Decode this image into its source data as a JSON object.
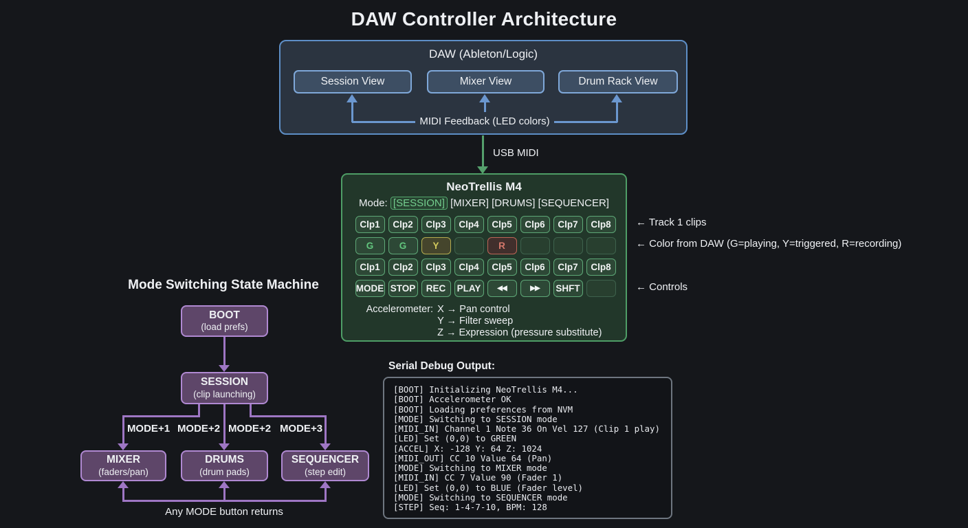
{
  "title": "DAW Controller Architecture",
  "daw": {
    "title": "DAW (Ableton/Logic)",
    "views": [
      "Session View",
      "Mixer View",
      "Drum Rack View"
    ],
    "feedback_label": "MIDI Feedback (LED colors)"
  },
  "usb_label": "USB MIDI",
  "neotrellis": {
    "title": "NeoTrellis M4",
    "mode_prefix": "Mode:",
    "active_mode": "[SESSION]",
    "other_modes": "[MIXER] [DRUMS] [SEQUENCER]",
    "rows": [
      {
        "name": "track1-clips",
        "cells": [
          {
            "name": "clp1",
            "label": "Clp1",
            "type": "on"
          },
          {
            "name": "clp2",
            "label": "Clp2",
            "type": "on"
          },
          {
            "name": "clp3",
            "label": "Clp3",
            "type": "on"
          },
          {
            "name": "clp4",
            "label": "Clp4",
            "type": "on"
          },
          {
            "name": "clp5",
            "label": "Clp5",
            "type": "on"
          },
          {
            "name": "clp6",
            "label": "Clp6",
            "type": "on"
          },
          {
            "name": "clp7",
            "label": "Clp7",
            "type": "on"
          },
          {
            "name": "clp8",
            "label": "Clp8",
            "type": "on"
          }
        ]
      },
      {
        "name": "led-colors",
        "cells": [
          {
            "name": "led-green-1",
            "label": "G",
            "type": "green"
          },
          {
            "name": "led-green-2",
            "label": "G",
            "type": "green"
          },
          {
            "name": "led-yellow",
            "label": "Y",
            "type": "yellow"
          },
          {
            "name": "led-empty-1",
            "label": "",
            "type": "empty"
          },
          {
            "name": "led-red",
            "label": "R",
            "type": "red"
          },
          {
            "name": "led-empty-2",
            "label": "",
            "type": "empty"
          },
          {
            "name": "led-empty-3",
            "label": "",
            "type": "empty"
          },
          {
            "name": "led-empty-4",
            "label": "",
            "type": "empty"
          }
        ]
      },
      {
        "name": "track2-clips",
        "cells": [
          {
            "name": "clp1",
            "label": "Clp1",
            "type": "on"
          },
          {
            "name": "clp2",
            "label": "Clp2",
            "type": "on"
          },
          {
            "name": "clp3",
            "label": "Clp3",
            "type": "on"
          },
          {
            "name": "clp4",
            "label": "Clp4",
            "type": "on"
          },
          {
            "name": "clp5",
            "label": "Clp5",
            "type": "on"
          },
          {
            "name": "clp6",
            "label": "Clp6",
            "type": "on"
          },
          {
            "name": "clp7",
            "label": "Clp7",
            "type": "on"
          },
          {
            "name": "clp8",
            "label": "Clp8",
            "type": "on"
          }
        ]
      },
      {
        "name": "controls",
        "cells": [
          {
            "name": "mode",
            "label": "MODE",
            "type": "on"
          },
          {
            "name": "stop",
            "label": "STOP",
            "type": "on"
          },
          {
            "name": "rec",
            "label": "REC",
            "type": "on"
          },
          {
            "name": "play",
            "label": "PLAY",
            "type": "on"
          },
          {
            "name": "rewind",
            "label": "◀◀",
            "type": "on"
          },
          {
            "name": "ffwd",
            "label": "▶▶",
            "type": "on"
          },
          {
            "name": "shft",
            "label": "SHFT",
            "type": "on"
          },
          {
            "name": "ctl-empty",
            "label": "",
            "type": "empty"
          }
        ]
      }
    ],
    "accelerometer": {
      "label": "Accelerometer:",
      "lines": [
        "X → Pan control",
        "Y → Filter sweep",
        "Z → Expression (pressure substitute)"
      ]
    }
  },
  "annotations": [
    "← Track 1 clips",
    "← Color from DAW (G=playing, Y=triggered, R=recording)",
    "← Controls"
  ],
  "state_machine": {
    "title": "Mode Switching State Machine",
    "nodes": {
      "boot": {
        "title": "BOOT",
        "subtitle": "(load prefs)"
      },
      "session": {
        "title": "SESSION",
        "subtitle": "(clip launching)"
      },
      "mixer": {
        "title": "MIXER",
        "subtitle": "(faders/pan)"
      },
      "drums": {
        "title": "DRUMS",
        "subtitle": "(drum pads)"
      },
      "sequencer": {
        "title": "SEQUENCER",
        "subtitle": "(step edit)"
      }
    },
    "edge_labels": [
      "MODE+1",
      "MODE+2",
      "MODE+2",
      "MODE+3"
    ],
    "return_label": "Any MODE button returns"
  },
  "serial": {
    "title": "Serial Debug Output:",
    "lines": [
      "[BOOT] Initializing NeoTrellis M4...",
      "[BOOT] Accelerometer OK",
      "[BOOT] Loading preferences from NVM",
      "[MODE] Switching to SESSION mode",
      "[MIDI_IN] Channel 1 Note 36 On Vel 127 (Clip 1 play)",
      "[LED] Set (0,0) to GREEN",
      "[ACCEL] X: -128 Y: 64 Z: 1024",
      "[MIDI_OUT] CC 10 Value 64 (Pan)",
      "[MODE] Switching to MIXER mode",
      "[MIDI_IN] CC 7 Value 90 (Fader 1)",
      "[LED] Set (0,0) to BLUE (Fader level)",
      "[MODE] Switching to SEQUENCER mode",
      "[STEP] Seq: 1-4-7-10, BPM: 128"
    ]
  },
  "colors": {
    "background": "#15171b",
    "blue_accent": "#6b97cf",
    "green_accent": "#55a06c",
    "purple_accent": "#9e76c4",
    "yellow_led": "#d2c95c",
    "red_led": "#d5786b",
    "active_mode_green": "#74ce8e"
  }
}
